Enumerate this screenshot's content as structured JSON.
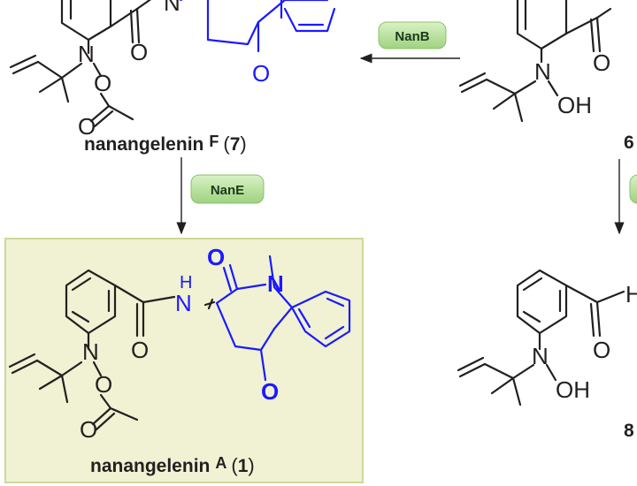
{
  "enzymes": {
    "nanB": "NanB",
    "nanE": "NanE"
  },
  "compounds": {
    "top_left": {
      "name_prefix": "nanangelenin",
      "name_letter": "F",
      "number": "7"
    },
    "top_right": {
      "number": "6"
    },
    "bottom_left": {
      "name_prefix": "nanangelenin",
      "name_letter": "A",
      "number": "1"
    },
    "bottom_right": {
      "number": "8"
    }
  },
  "atoms": {
    "N": "N",
    "O": "O",
    "OH": "OH",
    "H": "H"
  },
  "colors": {
    "blue": "#1a1aff",
    "enzyme_fill": "#bde3a6",
    "highlight_fill": "#f1f1d3",
    "highlight_border": "#cfd89a"
  }
}
